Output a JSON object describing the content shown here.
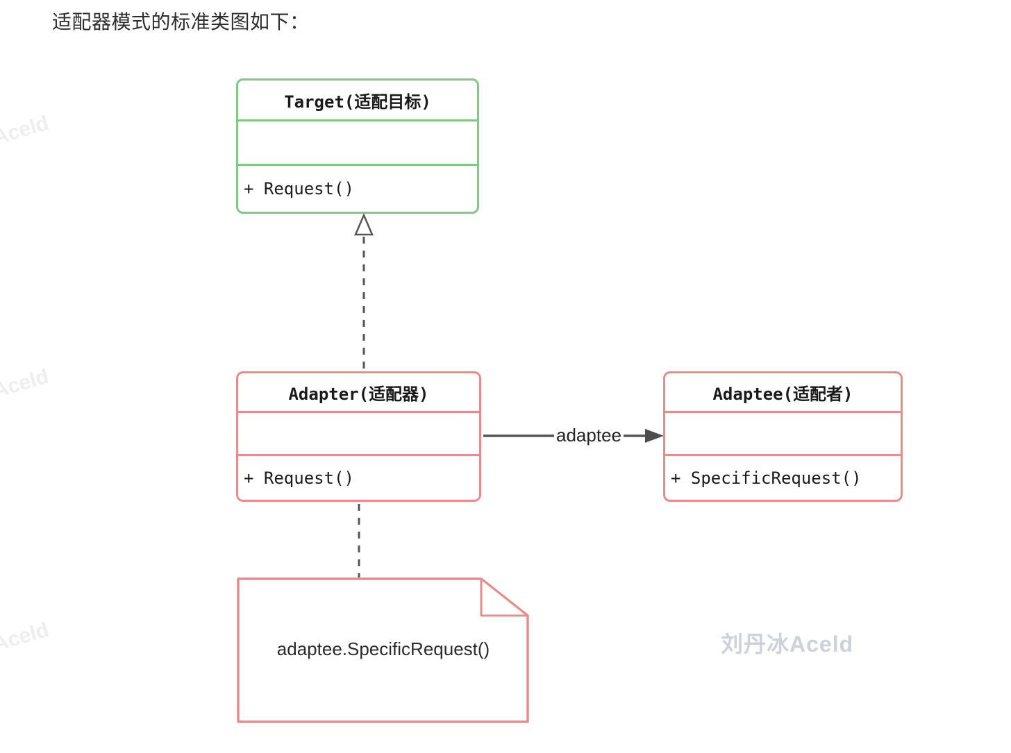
{
  "page": {
    "title": "适配器模式的标准类图如下："
  },
  "diagram": {
    "classes": [
      {
        "name": "Target(适配目标)",
        "attributes": "",
        "method": "+ Request()",
        "border_color": "#82c786"
      },
      {
        "name": "Adapter(适配器)",
        "attributes": "",
        "method": "+ Request()",
        "border_color": "#e88b8b"
      },
      {
        "name": "Adaptee(适配者)",
        "attributes": "",
        "method": "+ SpecificRequest()",
        "border_color": "#e88b8b"
      }
    ],
    "relations": {
      "realization": {
        "from": "Adapter",
        "to": "Target",
        "style": "dashed-hollow-triangle"
      },
      "association": {
        "from": "Adapter",
        "to": "Adaptee",
        "label": "adaptee",
        "style": "solid-filled-arrow"
      },
      "note_anchor": {
        "from": "Adapter",
        "to": "note",
        "style": "dashed"
      }
    },
    "note": {
      "text": "adaptee.SpecificRequest()"
    },
    "colors": {
      "target_green": "#82c786",
      "adapter_red": "#e88b8b",
      "connector_gray": "#555555"
    }
  },
  "watermarks": {
    "main": "刘丹冰Aceld",
    "side": "刘丹冰Aceld"
  }
}
